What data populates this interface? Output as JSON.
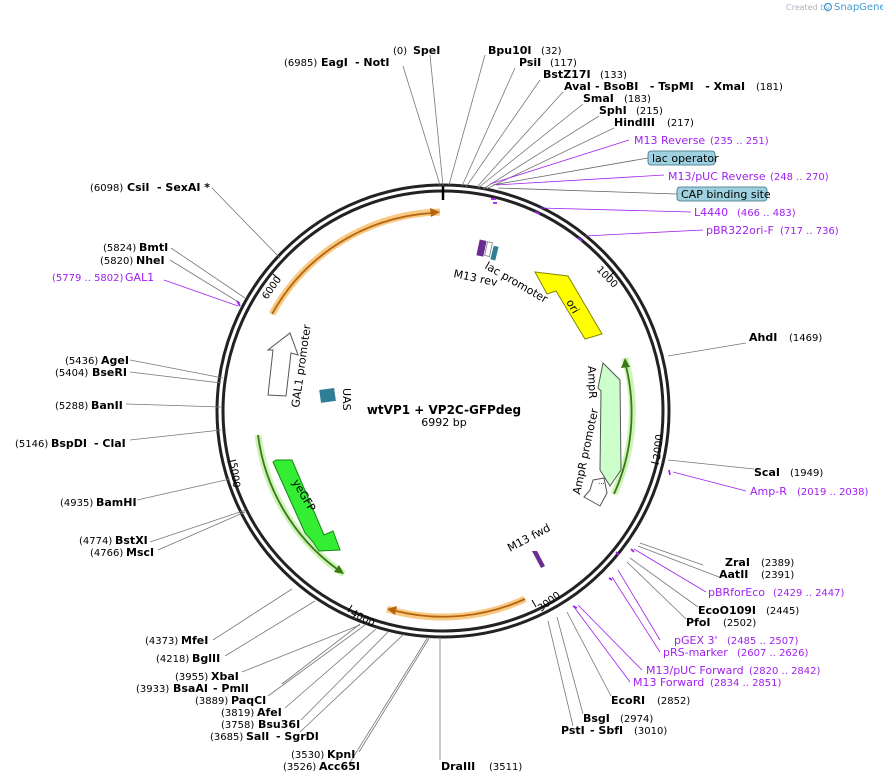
{
  "branding": {
    "created_by": "Created by",
    "app": "SnapGene"
  },
  "plasmid": {
    "name": "wtVP1 + VP2C-GFPdeg",
    "length": "6992 bp"
  },
  "ticks": [
    {
      "label": "1000"
    },
    {
      "label": "2000"
    },
    {
      "label": "3000"
    },
    {
      "label": "4000"
    },
    {
      "label": "5000"
    },
    {
      "label": "6000"
    }
  ],
  "enzymes": [
    {
      "pos": "(0)",
      "name": "SpeI"
    },
    {
      "pos": "(6985)",
      "name": "EagI",
      "extra": "- NotI"
    },
    {
      "pos": "(32)",
      "name": "Bpu10I"
    },
    {
      "pos": "(117)",
      "name": "PsiI"
    },
    {
      "pos": "(133)",
      "name": "BstZ17I"
    },
    {
      "pos": "(181)",
      "name": "AvaI",
      "extra": "- BsoBI   - TspMI   - XmaI"
    },
    {
      "pos": "(183)",
      "name": "SmaI"
    },
    {
      "pos": "(215)",
      "name": "SphI"
    },
    {
      "pos": "(217)",
      "name": "HindIII"
    },
    {
      "pos": "(1469)",
      "name": "AhdI"
    },
    {
      "pos": "(1949)",
      "name": "ScaI"
    },
    {
      "pos": "(2389)",
      "name": "ZraI"
    },
    {
      "pos": "(2391)",
      "name": "AatII"
    },
    {
      "pos": "(2445)",
      "name": "EcoO109I"
    },
    {
      "pos": "(2502)",
      "name": "PfoI"
    },
    {
      "pos": "(2852)",
      "name": "EcoRI"
    },
    {
      "pos": "(2974)",
      "name": "BsgI"
    },
    {
      "pos": "(3010)",
      "name": "PstI",
      "extra": "- SbfI"
    },
    {
      "pos": "(3511)",
      "name": "DraIII"
    },
    {
      "pos": "(3530)",
      "name": "KpnI"
    },
    {
      "pos": "(3526)",
      "name": "Acc65I"
    },
    {
      "pos": "(3685)",
      "name": "SalI",
      "extra": "- SgrDI"
    },
    {
      "pos": "(3758)",
      "name": "Bsu36I"
    },
    {
      "pos": "(3819)",
      "name": "AfeI"
    },
    {
      "pos": "(3889)",
      "name": "PaqCI"
    },
    {
      "pos": "(3933)",
      "name": "BsaAI",
      "extra": "- PmlI"
    },
    {
      "pos": "(3955)",
      "name": "XbaI"
    },
    {
      "pos": "(4218)",
      "name": "BglII"
    },
    {
      "pos": "(4373)",
      "name": "MfeI"
    },
    {
      "pos": "(4766)",
      "name": "MscI"
    },
    {
      "pos": "(4774)",
      "name": "BstXI"
    },
    {
      "pos": "(4935)",
      "name": "BamHI"
    },
    {
      "pos": "(5146)",
      "name": "BspDI",
      "extra": "- ClaI"
    },
    {
      "pos": "(5288)",
      "name": "BanII"
    },
    {
      "pos": "(5404)",
      "name": "BseRI"
    },
    {
      "pos": "(5436)",
      "name": "AgeI"
    },
    {
      "pos": "(5820)",
      "name": "NheI"
    },
    {
      "pos": "(5824)",
      "name": "BmtI"
    },
    {
      "pos": "(6098)",
      "name": "CsiI",
      "extra": "- SexAI *"
    }
  ],
  "primers": [
    {
      "name": "M13 Reverse",
      "range": "(235 .. 251)"
    },
    {
      "name": "M13/pUC Reverse",
      "range": "(248 .. 270)"
    },
    {
      "name": "L4440",
      "range": "(466 .. 483)"
    },
    {
      "name": "pBR322ori-F",
      "range": "(717 .. 736)"
    },
    {
      "name": "Amp-R",
      "range": "(2019 .. 2038)"
    },
    {
      "name": "pBRforEco",
      "range": "(2429 .. 2447)"
    },
    {
      "name": "pGEX 3'",
      "range": "(2485 .. 2507)"
    },
    {
      "name": "pRS-marker",
      "range": "(2607 .. 2626)"
    },
    {
      "name": "M13/pUC Forward",
      "range": "(2820 .. 2842)"
    },
    {
      "name": "M13 Forward",
      "range": "(2834 .. 2851)"
    },
    {
      "name": "GAL1",
      "range": "(5779 .. 5802)"
    }
  ],
  "boxed": [
    {
      "name": "lac operator"
    },
    {
      "name": "CAP binding site"
    }
  ],
  "features": [
    {
      "name": "M13 rev"
    },
    {
      "name": "lac promoter"
    },
    {
      "name": "ori"
    },
    {
      "name": "AmpR"
    },
    {
      "name": "AmpR promoter"
    },
    {
      "name": "M13 fwd"
    },
    {
      "name": "yeGFP"
    },
    {
      "name": "GAL1 promoter"
    },
    {
      "name": "UAS"
    }
  ],
  "colors": {
    "primer": "#a020f0",
    "ori": "#ffff00",
    "ampr": "#ccffcc",
    "gfp": "#33ee33",
    "orange": "#f5a623",
    "uas": "#2e7f95",
    "box": "#9fd0df"
  }
}
